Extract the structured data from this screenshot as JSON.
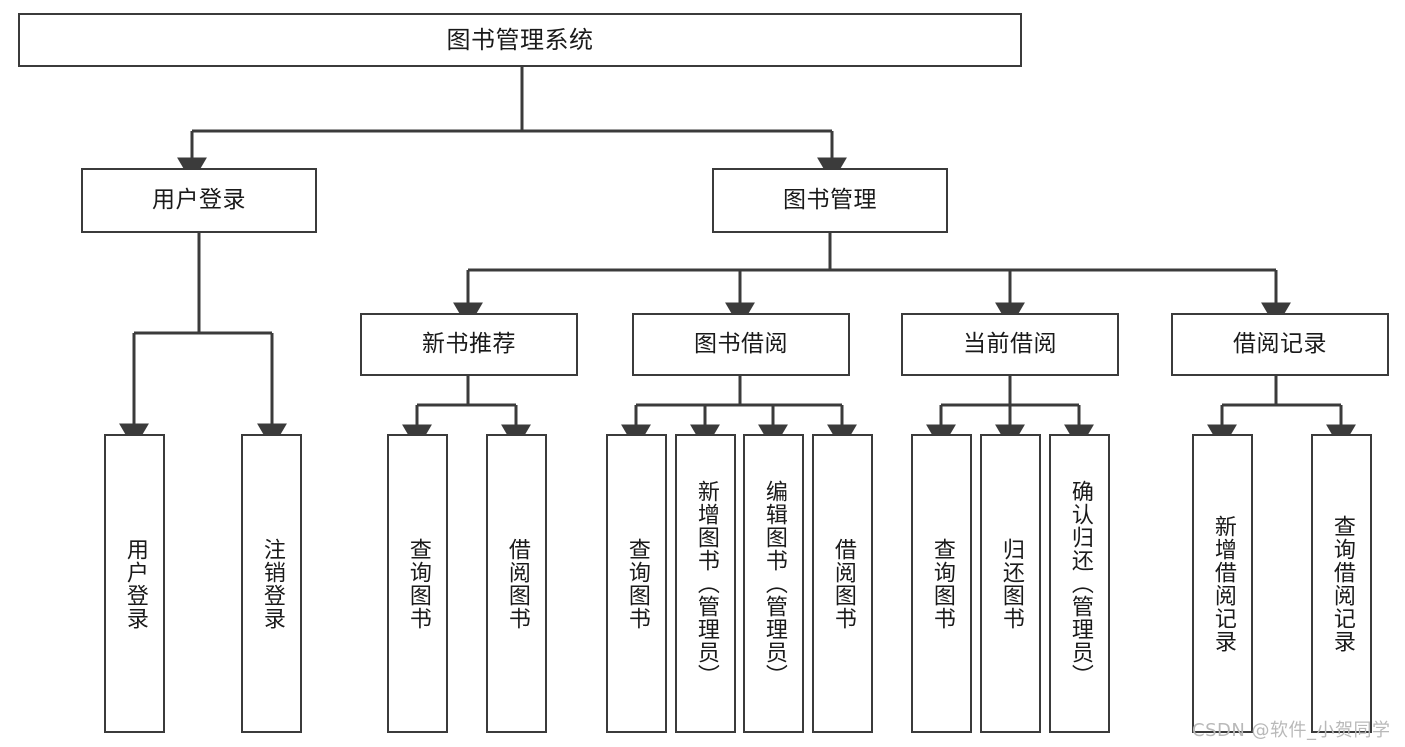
{
  "diagram": {
    "title": "图书管理系统",
    "type": "tree",
    "orientation": "top-down",
    "line_color": "#3b3b3b",
    "box_fill": "#ffffff",
    "text_color": "#1a1a1a",
    "root": {
      "label": "图书管理系统"
    },
    "level2": [
      {
        "label": "用户登录"
      },
      {
        "label": "图书管理"
      }
    ],
    "level3": [
      {
        "label": "新书推荐"
      },
      {
        "label": "图书借阅"
      },
      {
        "label": "当前借阅"
      },
      {
        "label": "借阅记录"
      }
    ],
    "leaves": {
      "user_login": [
        {
          "label": "用户登录"
        },
        {
          "label": "注销登录"
        }
      ],
      "new_book_recommend": [
        {
          "label": "查询图书"
        },
        {
          "label": "借阅图书"
        }
      ],
      "book_borrow": [
        {
          "label": "查询图书"
        },
        {
          "label": "新增图书（管理员）"
        },
        {
          "label": "编辑图书（管理员）"
        },
        {
          "label": "借阅图书"
        }
      ],
      "current_borrow": [
        {
          "label": "查询图书"
        },
        {
          "label": "归还图书"
        },
        {
          "label": "确认归还（管理员）"
        }
      ],
      "borrow_record": [
        {
          "label": "新增借阅记录"
        },
        {
          "label": "查询借阅记录"
        }
      ]
    }
  },
  "watermark": {
    "text": "CSDN @软件_小贺同学"
  }
}
